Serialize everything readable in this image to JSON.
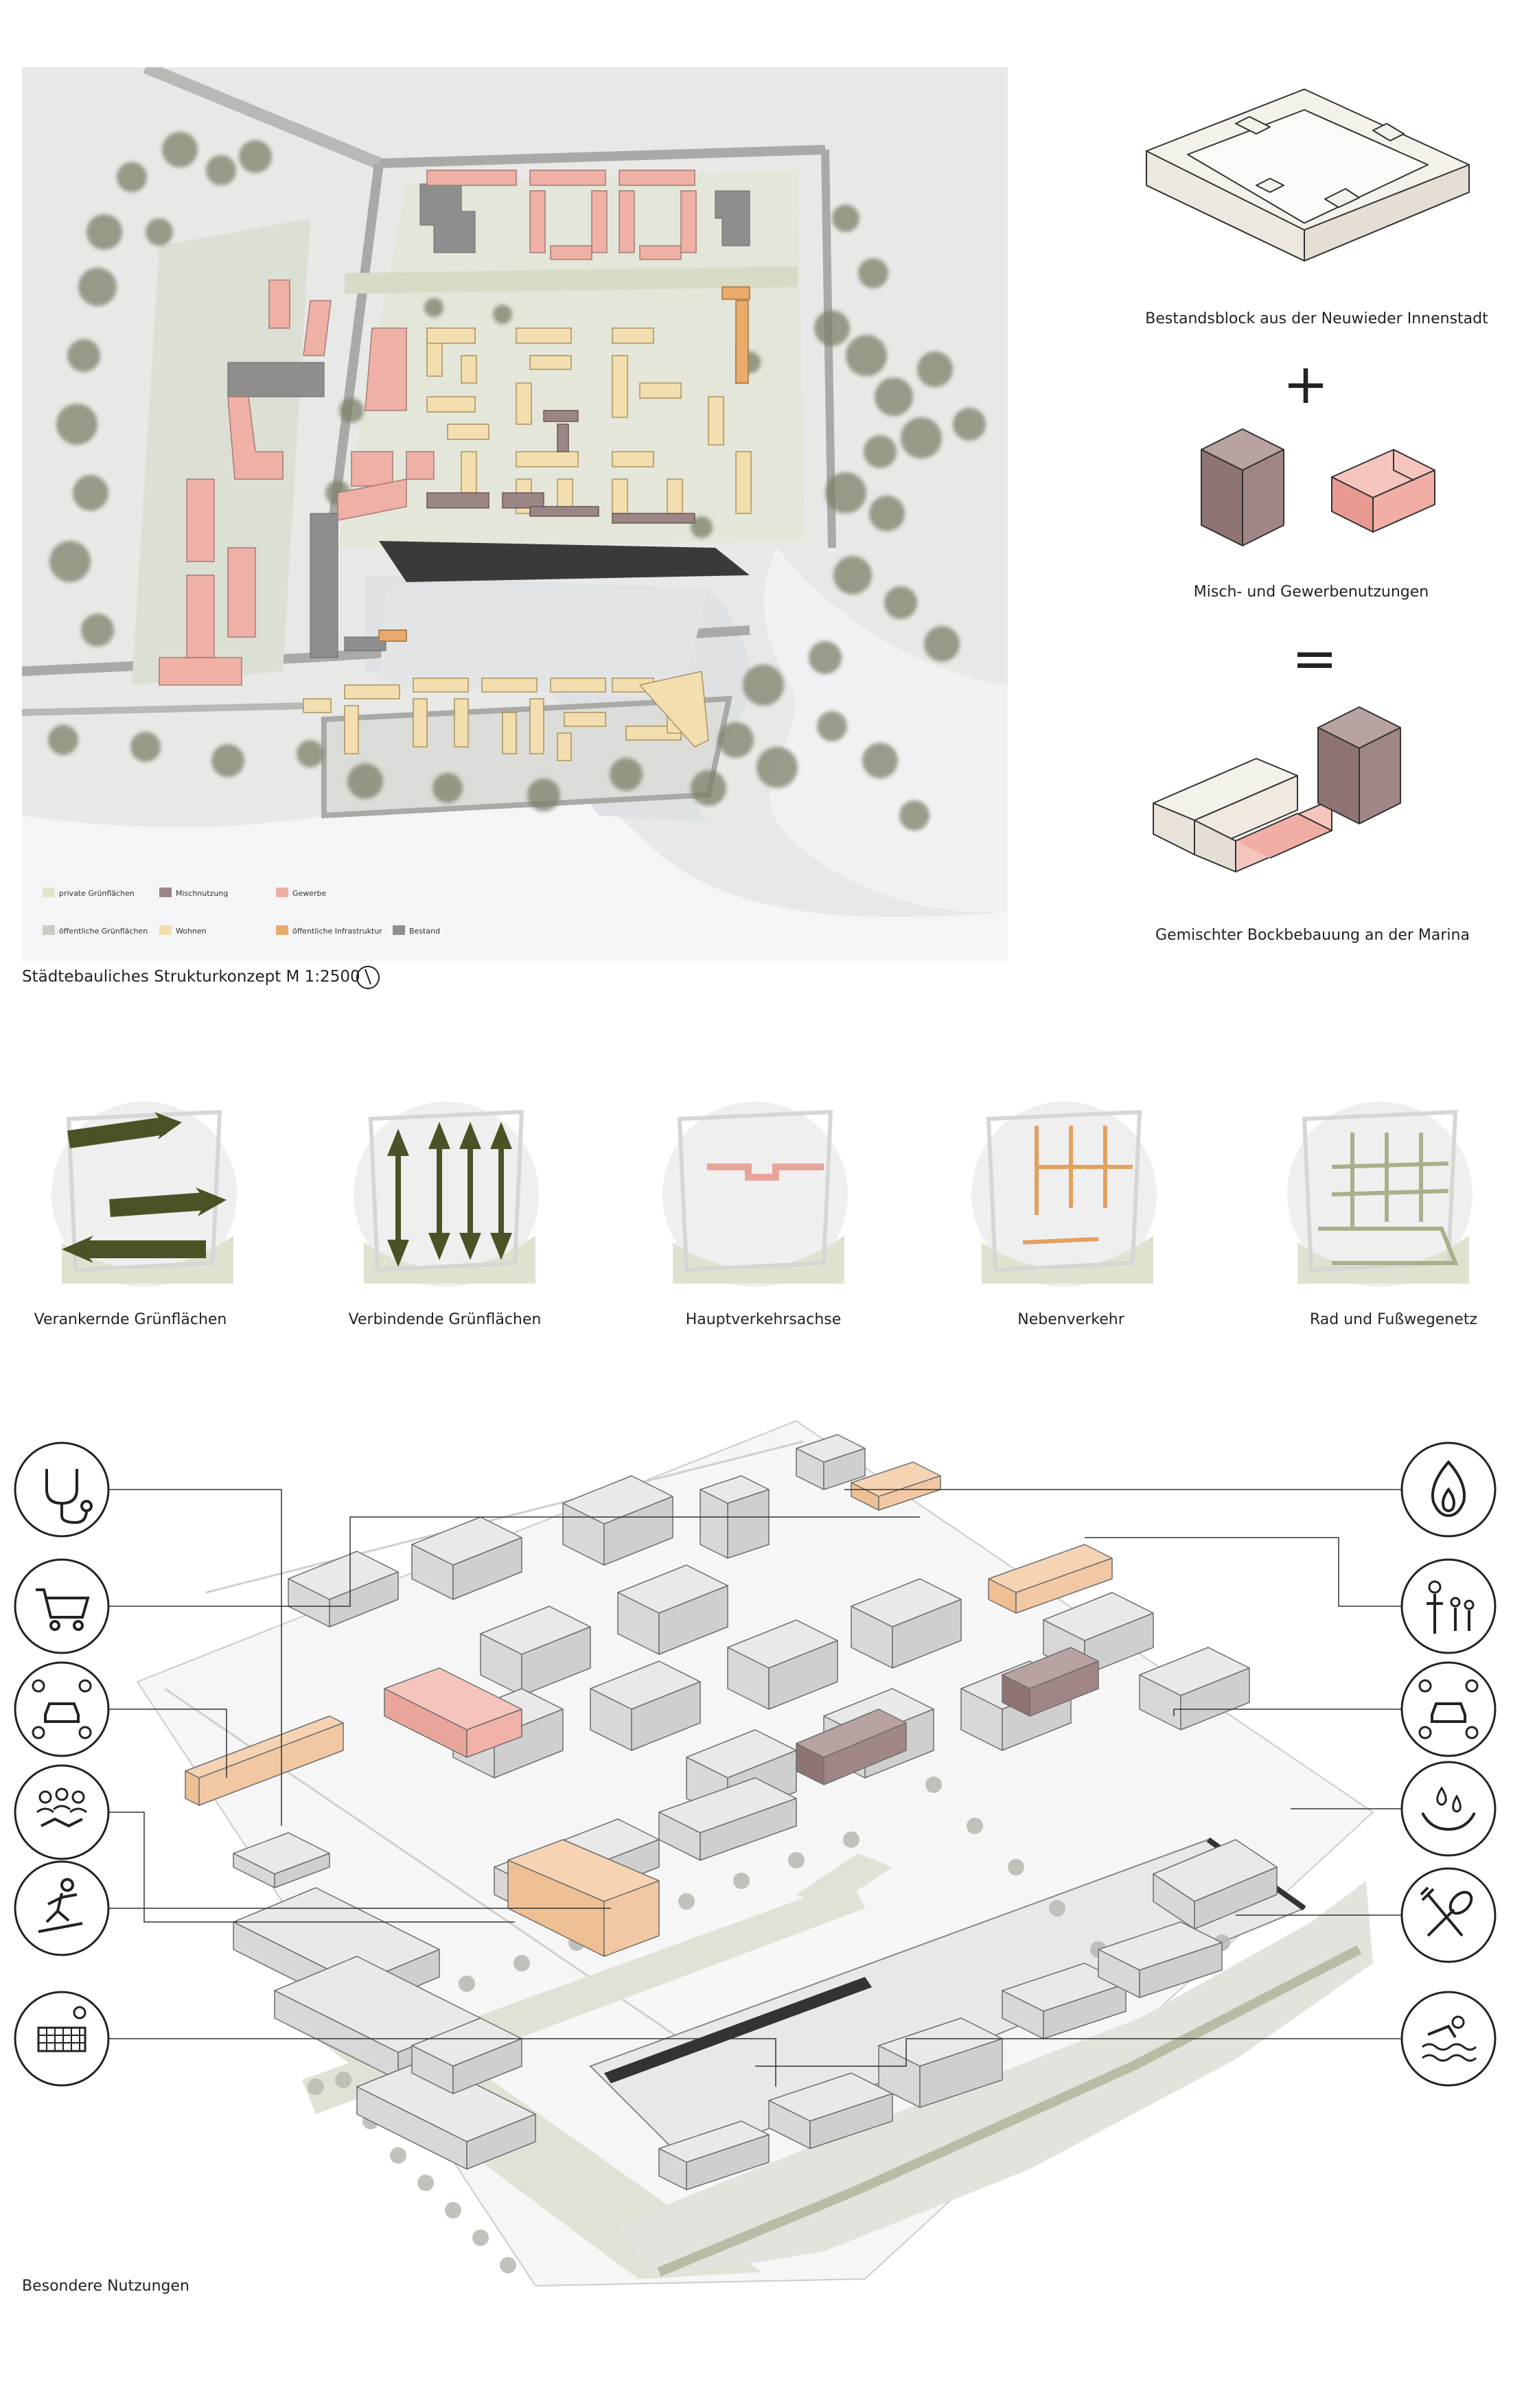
{
  "plan": {
    "caption": "Städtebauliches Strukturkonzept M 1:2500",
    "legend": [
      {
        "label": "private Grünflächen",
        "color": "#dfe6c8"
      },
      {
        "label": "Mischnutzung",
        "color": "#9c8585"
      },
      {
        "label": "Gewerbe",
        "color": "#efb0a6"
      },
      {
        "label": "öffentliche Grünflächen",
        "color": "#c9ccc2"
      },
      {
        "label": "Wohnen",
        "color": "#f3deb0"
      },
      {
        "label": "öffentliche Infrastruktur",
        "color": "#eaaa6c"
      },
      {
        "label": "Bestand",
        "color": "#8e8e8e"
      }
    ]
  },
  "concept": {
    "step1": "Bestandsblock aus der Neuwieder Innenstadt",
    "plus": "+",
    "step2": "Misch- und Gewerbenutzungen",
    "equals": "=",
    "step3": "Gemischter Bockbebauung an der Marina"
  },
  "diagrams": [
    {
      "label": "Verankernde Grünflächen"
    },
    {
      "label": "Verbindende Grünflächen"
    },
    {
      "label": "Hauptverkehrsachse"
    },
    {
      "label": "Nebenverkehr"
    },
    {
      "label": "Rad und Fußwegenetz"
    }
  ],
  "axo": {
    "caption": "Besondere Nutzungen",
    "icons_left": [
      "stethoscope-icon",
      "shopping-cart-icon",
      "car-sharing-icon",
      "community-icon",
      "skateboard-icon",
      "volleyball-icon"
    ],
    "icons_right": [
      "fire-icon",
      "family-icon",
      "car-sharing-icon",
      "water-drops-icon",
      "restaurant-icon",
      "swimming-icon"
    ]
  },
  "colors": {
    "wohnen": "#f3deb0",
    "gewerbe": "#efb0a6",
    "misch": "#9c8585",
    "infrastruktur": "#eaaa6c",
    "bestand": "#8e8e8e",
    "green": "#4a5a2a"
  }
}
